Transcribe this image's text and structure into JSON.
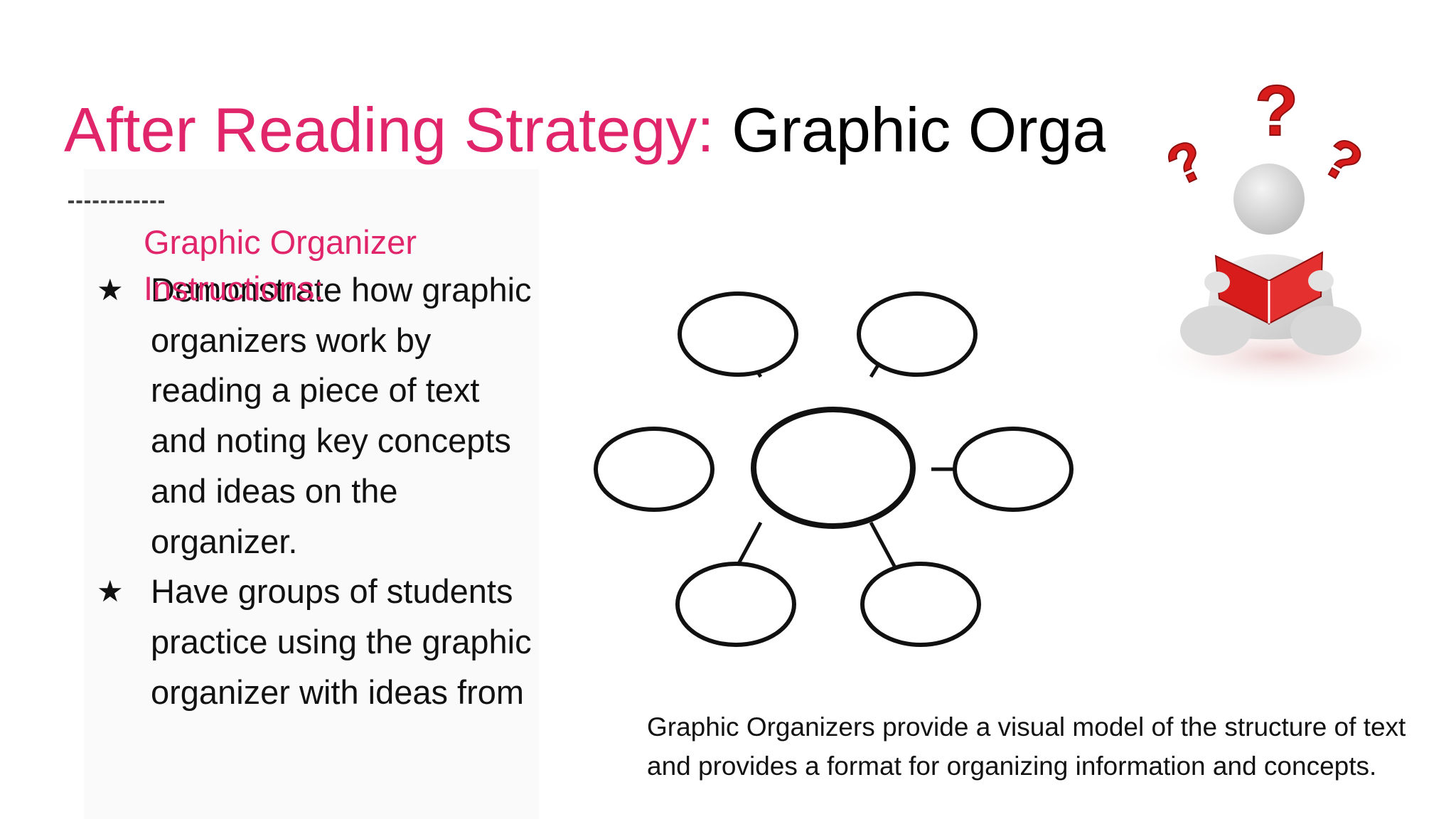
{
  "title": {
    "accent": "After Reading Strategy: ",
    "rest": "Graphic Organ"
  },
  "subhead": "Graphic Organizer Instructions:",
  "bullets": [
    "Demonstrate how graphic organizers work by reading a piece of text and noting key concepts and ideas on the organizer.",
    "Have groups of students practice using the graphic organizer with ideas from"
  ],
  "caption": "Graphic Organizers provide a visual model of the structure of text and provides a format for organizing information and concepts.",
  "clipart": {
    "icon": "reading-figure-with-question-marks-icon",
    "question_mark_color": "#e02020",
    "book_color": "#d81c1c"
  },
  "colors": {
    "accent": "#e0256b",
    "text": "#111111"
  }
}
